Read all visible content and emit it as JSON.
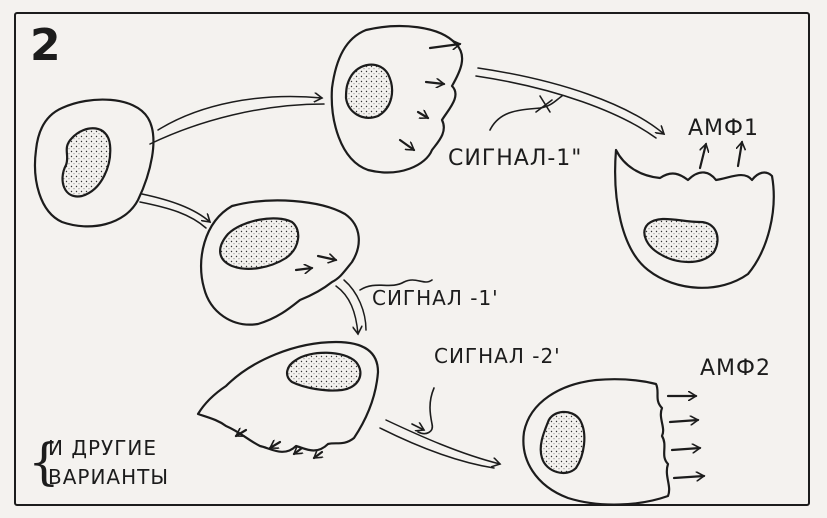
{
  "panel_number": "2",
  "labels": {
    "signal_1pp": "СИГНАЛ-1\"",
    "amf1": "АМФ1",
    "signal_1p": "СИГНАЛ -1'",
    "signal_2p": "СИГНАЛ -2'",
    "amf2": "АМФ2",
    "other_variants_line1": "И ДРУГИЕ",
    "other_variants_line2": "ВАРИАНТЫ"
  },
  "colors": {
    "ink": "#1c1c1c",
    "paper": "#f4f2ef"
  }
}
